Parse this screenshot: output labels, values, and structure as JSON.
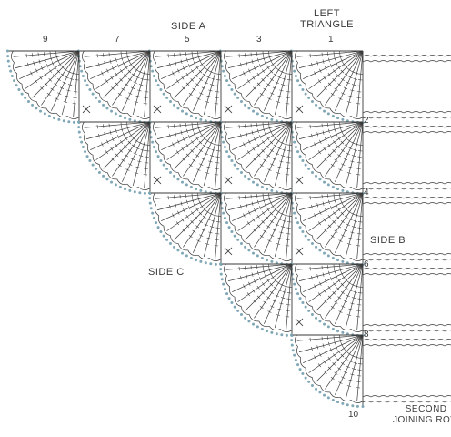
{
  "labels": {
    "side_a": "SIDE A",
    "left_triangle": [
      "LEFT",
      "TRIANGLE"
    ],
    "side_b": "SIDE B",
    "side_c": "SIDE C",
    "second_joining_row": [
      "SECOND",
      "JOINING ROW"
    ]
  },
  "top_numbers": [
    "9",
    "7",
    "5",
    "3",
    "1"
  ],
  "right_numbers": [
    "2",
    "4",
    "6",
    "8",
    "10"
  ],
  "colors": {
    "ink": "#3a3a3a",
    "dot": "#7fa7b5",
    "background": "#ffffff"
  },
  "motif_rows": [
    5,
    4,
    3,
    2,
    1
  ]
}
